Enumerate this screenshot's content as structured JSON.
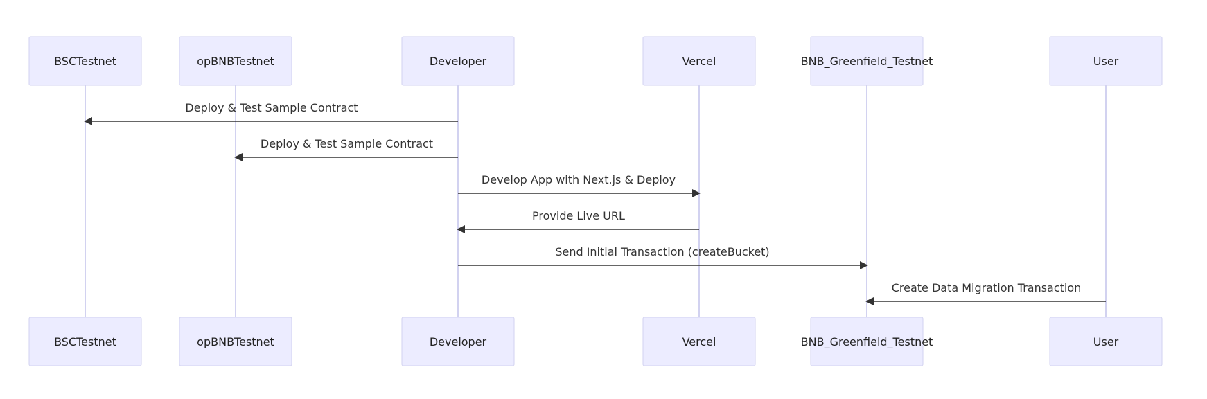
{
  "participants": [
    {
      "id": "bsc",
      "label": "BSCTestnet"
    },
    {
      "id": "opbnb",
      "label": "opBNBTestnet"
    },
    {
      "id": "dev",
      "label": "Developer"
    },
    {
      "id": "vercel",
      "label": "Vercel"
    },
    {
      "id": "greenfield",
      "label": "BNB_Greenfield_Testnet"
    },
    {
      "id": "user",
      "label": "User"
    }
  ],
  "messages": [
    {
      "from": "dev",
      "to": "bsc",
      "label": "Deploy & Test Sample Contract"
    },
    {
      "from": "dev",
      "to": "opbnb",
      "label": "Deploy & Test Sample Contract"
    },
    {
      "from": "dev",
      "to": "vercel",
      "label": "Develop App with Next.js & Deploy"
    },
    {
      "from": "vercel",
      "to": "dev",
      "label": "Provide Live URL"
    },
    {
      "from": "dev",
      "to": "greenfield",
      "label": "Send Initial Transaction (createBucket)"
    },
    {
      "from": "user",
      "to": "greenfield",
      "label": "Create Data Migration Transaction"
    }
  ],
  "colors": {
    "actor_fill": "#ececff",
    "actor_border": "#d2d2f0",
    "lifeline": "#d2d2f0",
    "message": "#333333"
  }
}
